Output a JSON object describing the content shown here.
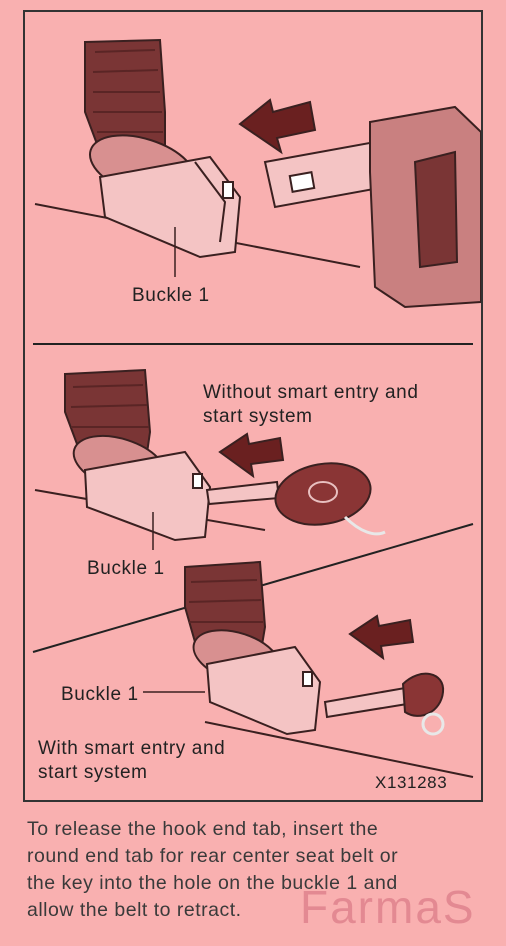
{
  "panel1": {
    "label": "Buckle 1"
  },
  "panel2": {
    "title_line1": "Without smart entry and",
    "title_line2": "start system",
    "label": "Buckle 1"
  },
  "panel3": {
    "label": "Buckle 1",
    "title_line1": "With smart entry and",
    "title_line2": "start system",
    "code": "X131283"
  },
  "caption": {
    "line1": "To release the hook end tab, insert the",
    "line2": "round end tab for rear center seat belt or",
    "line3": "the key into the hole on the buckle 1 and",
    "line4": "allow the belt to retract."
  },
  "watermark": {
    "text": "FarmaS"
  },
  "colors": {
    "background": "#f9b0b0",
    "belt": "#7a3535",
    "outline": "#3a2020"
  }
}
